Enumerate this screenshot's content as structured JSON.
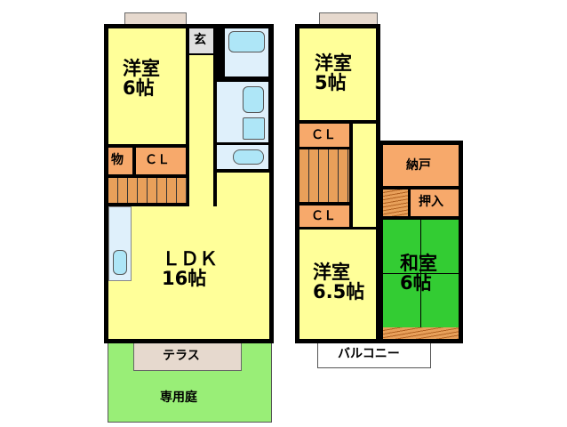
{
  "floor1": {
    "bedroom": {
      "name": "洋室",
      "size": "6帖"
    },
    "entrance": "玄",
    "storage": "物",
    "closet": "ＣＬ",
    "ldk": {
      "name": "ＬＤＫ",
      "size": "16帖"
    },
    "terrace": "テラス",
    "garden": "専用庭"
  },
  "floor2": {
    "bedroom_a": {
      "name": "洋室",
      "size": "5帖"
    },
    "closet_a": "ＣＬ",
    "closet_b": "ＣＬ",
    "bedroom_b": {
      "name": "洋室",
      "size": "6.5帖"
    },
    "storeroom": "納戸",
    "oshiire": "押入",
    "washitsu": {
      "name": "和室",
      "size": "6帖"
    },
    "balcony": "バルコニー"
  },
  "colors": {
    "room": "#ffff99",
    "storage": "#f7a96b",
    "tatami": "#33cc33",
    "garden": "#99ee77",
    "wet": "#dff0fb"
  }
}
